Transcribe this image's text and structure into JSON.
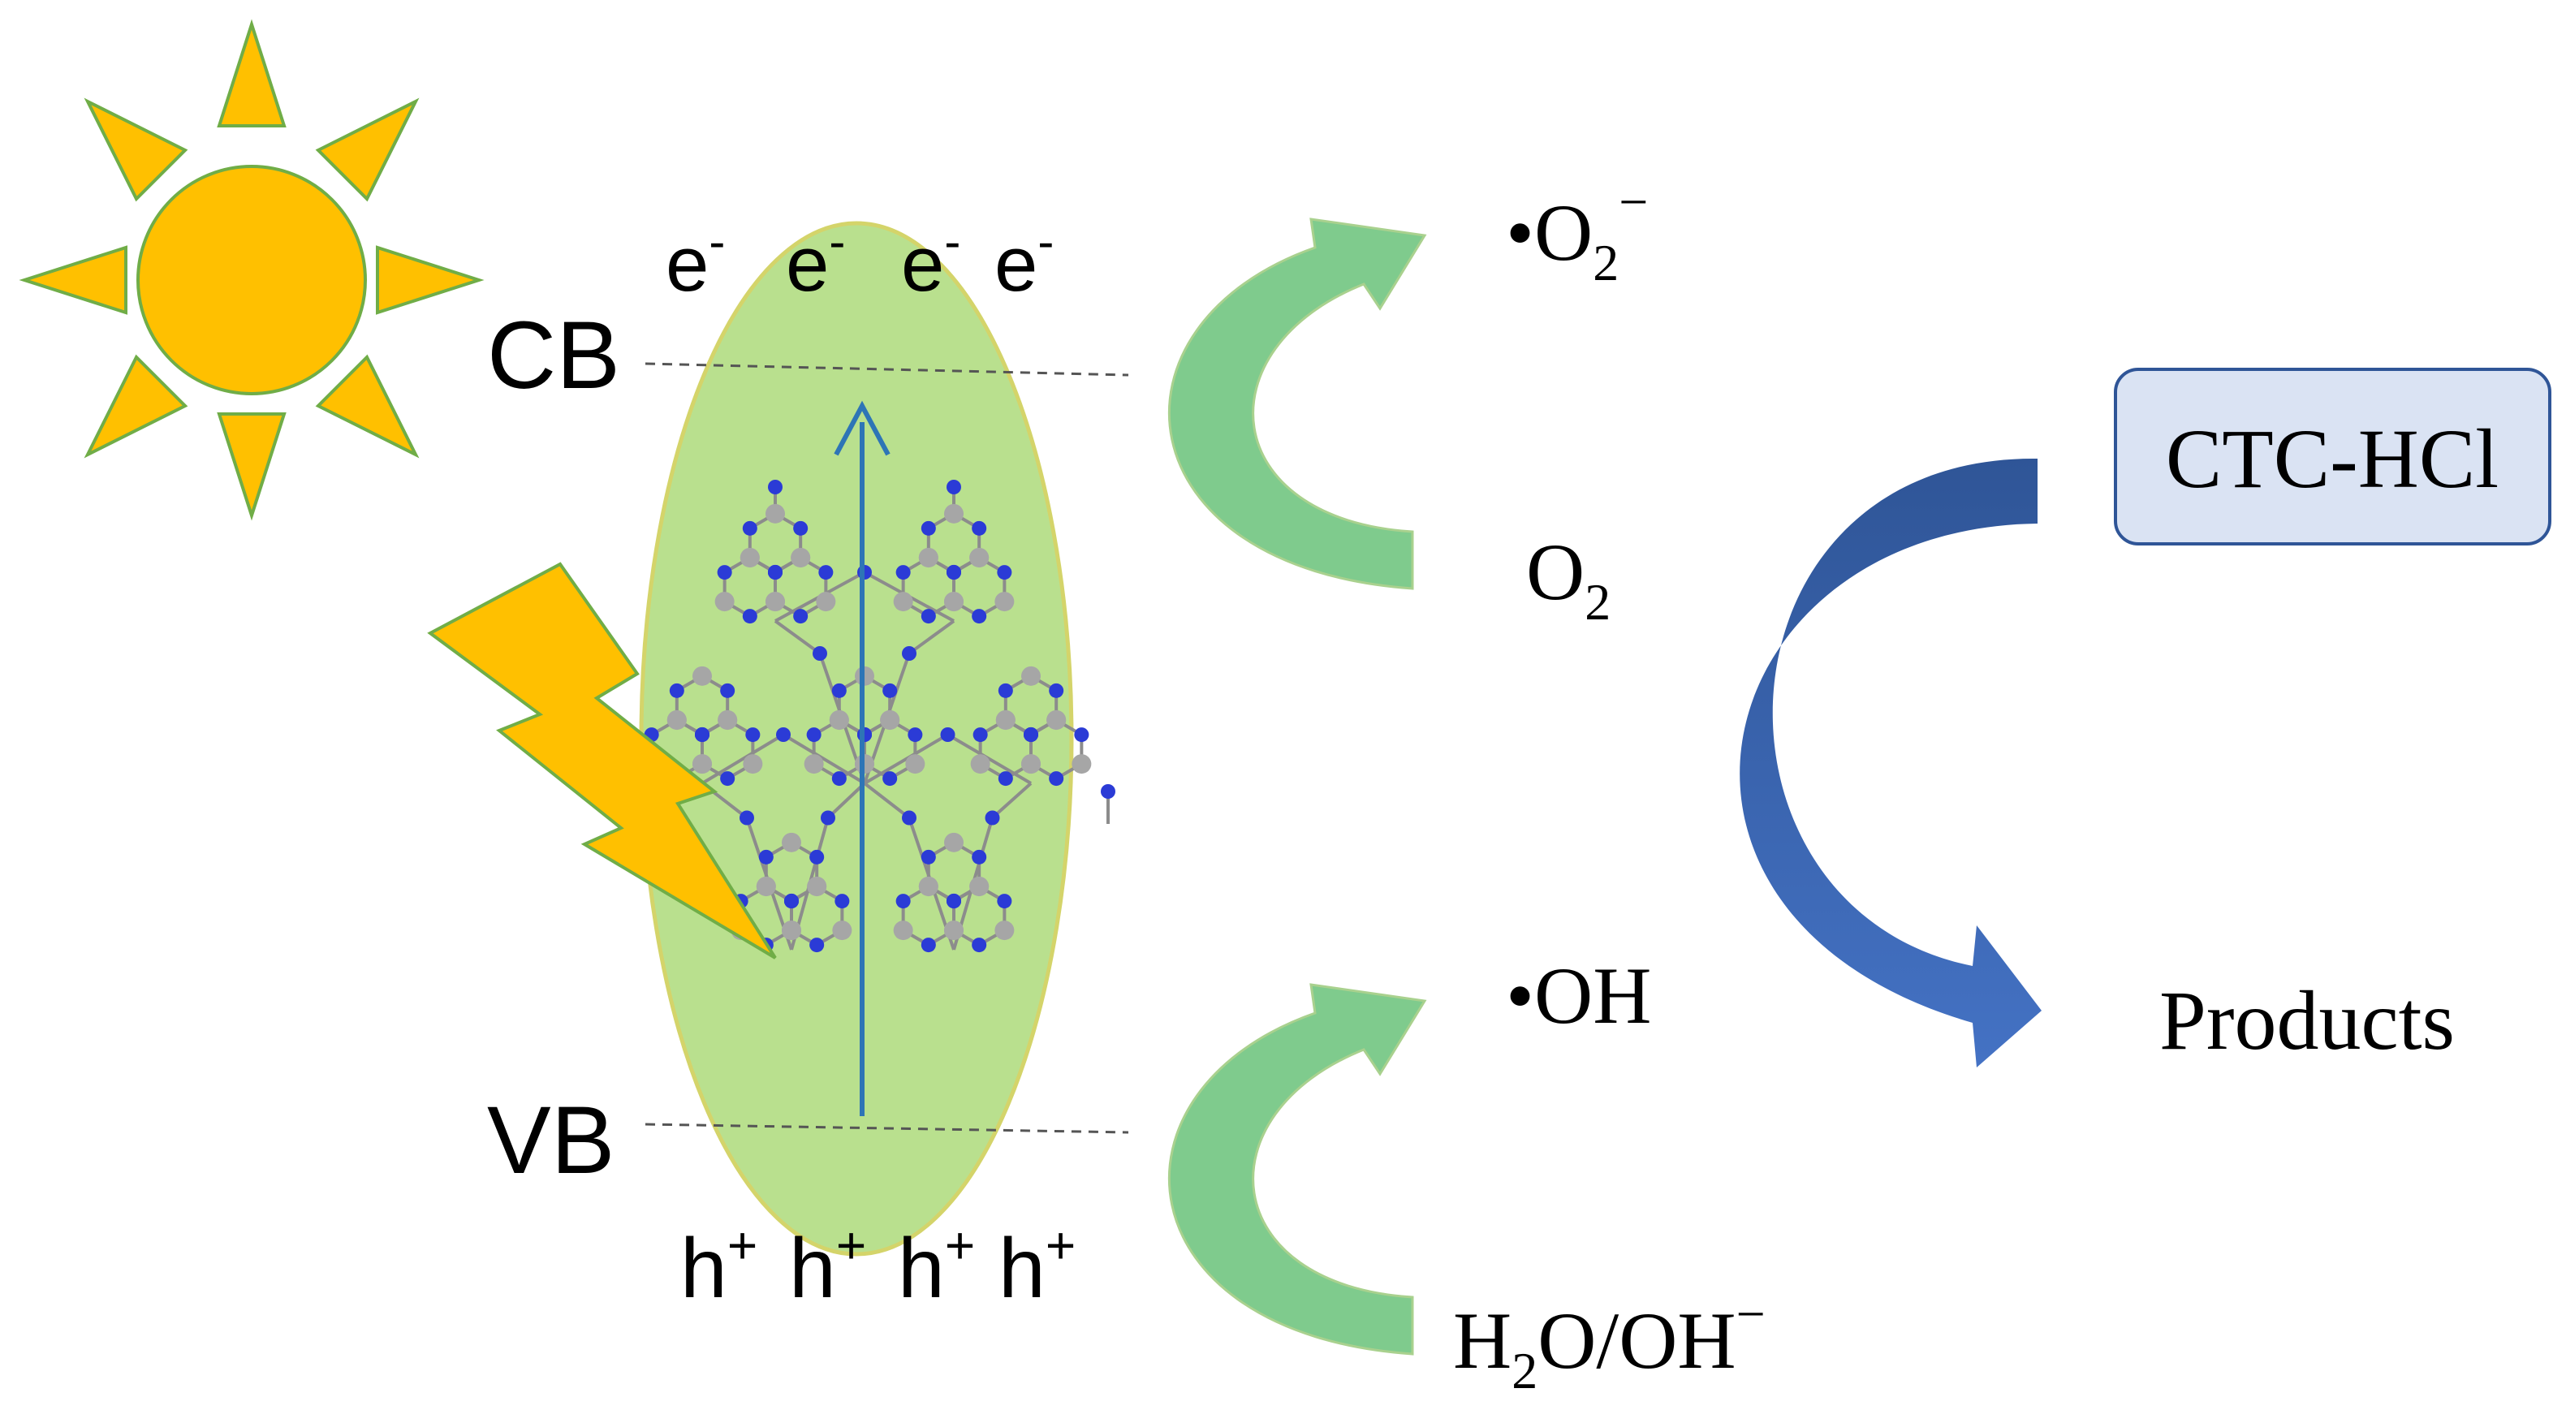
{
  "band_labels": {
    "conduction": "CB",
    "valence": "VB"
  },
  "electrons": [
    "e",
    "e",
    "e",
    "e"
  ],
  "electron_charge": "-",
  "holes": [
    "h",
    "h",
    "h",
    "h"
  ],
  "hole_charge": "+",
  "species": {
    "superoxide_dot": "•O",
    "superoxide_sub": "2",
    "superoxide_sup": "−",
    "oxygen": "O",
    "oxygen_sub": "2",
    "hydroxyl": "•OH",
    "water_h": "H",
    "water_sub": "2",
    "water_rest": "O/OH",
    "water_sup": "−"
  },
  "pollutant": "CTC-HCl",
  "products": "Products",
  "colors": {
    "sun": "#FFC000",
    "sun_outline": "#70AD47",
    "bolt": "#FFC000",
    "ellipse_fill": "#B9E08E",
    "ellipse_stroke": "#D4D46A",
    "green_arrow": "#7FCB8D",
    "blue_arrow_dark": "#2F5597",
    "blue_arrow_light": "#4472C4",
    "pollutant_box": "#DAE3F3",
    "pollutant_border": "#2F5597",
    "excitation_arrow": "#2E75B6",
    "carbon_atom": "#A6A6A6",
    "nitrogen_atom": "#2B3BD6"
  },
  "icons": [
    "sun-icon",
    "lightning-bolt-icon"
  ]
}
